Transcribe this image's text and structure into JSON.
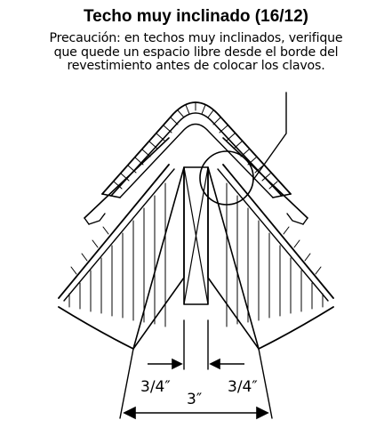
{
  "title": "Techo muy inclinado (16/12)",
  "caution": {
    "line1": "Precaución: en techos muy inclinados, verifique",
    "line2": "que quede un espacio libre desde el borde del",
    "line3": "revestimiento antes de colocar los clavos."
  },
  "dimensions": {
    "left_gap": "3/4″",
    "right_gap": "3/4″",
    "total_width": "3″"
  }
}
